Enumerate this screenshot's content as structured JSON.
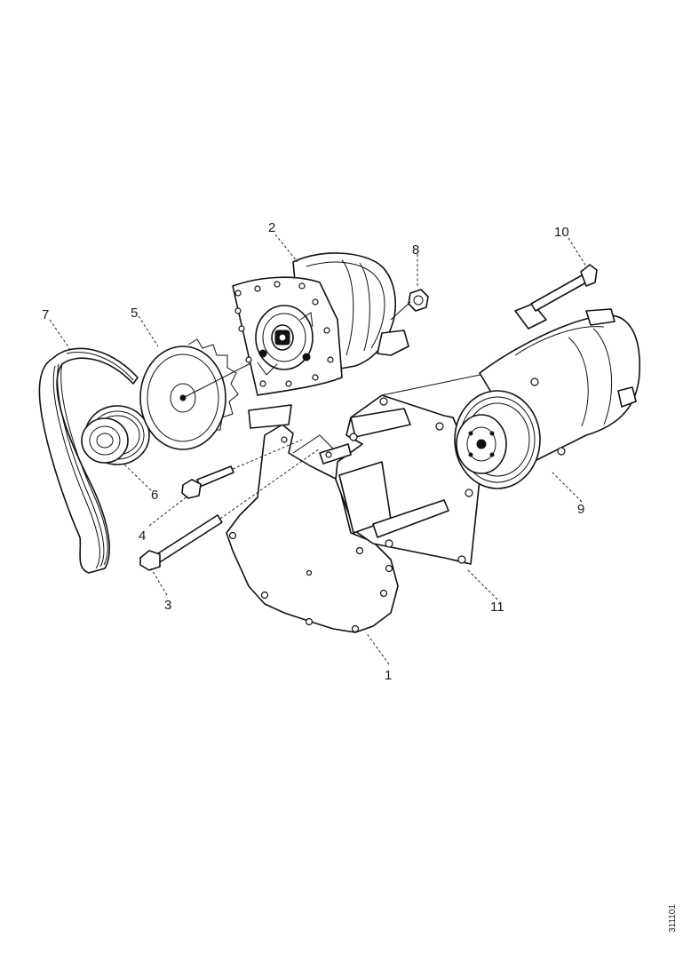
{
  "diagram": {
    "callouts": [
      {
        "id": "1",
        "label": "1",
        "part": "mounting-plate"
      },
      {
        "id": "2",
        "label": "2",
        "part": "alternator"
      },
      {
        "id": "3",
        "label": "3",
        "part": "long-bolt"
      },
      {
        "id": "4",
        "label": "4",
        "part": "short-bolt"
      },
      {
        "id": "5",
        "label": "5",
        "part": "alternator-pulley"
      },
      {
        "id": "6",
        "label": "6",
        "part": "tension-pulley"
      },
      {
        "id": "7",
        "label": "7",
        "part": "drive-belt"
      },
      {
        "id": "8",
        "label": "8",
        "part": "nut"
      },
      {
        "id": "9",
        "label": "9",
        "part": "ac-compressor"
      },
      {
        "id": "10",
        "label": "10",
        "part": "compressor-bolt"
      },
      {
        "id": "11",
        "label": "11",
        "part": "compressor-bracket"
      }
    ],
    "reference_code": "311101"
  }
}
